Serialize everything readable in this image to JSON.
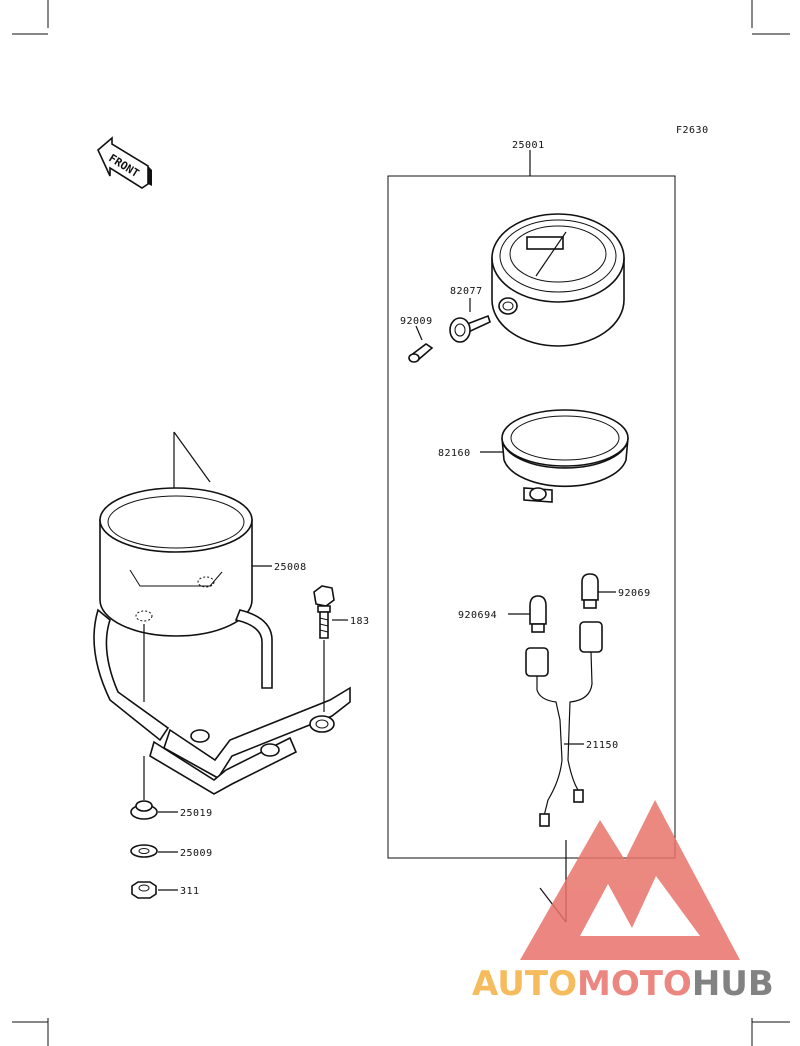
{
  "figure_code": "F2630",
  "front_label": "FRONT",
  "watermark": {
    "part1": "AUTO",
    "part2": "MOTO",
    "part3": "HUB",
    "color_orange": "#f5b041",
    "color_red": "#e8736a",
    "color_grey": "#6d6d6d"
  },
  "parts": {
    "assembly": "25001",
    "screw": "92009",
    "gear": "82077",
    "ring": "82160",
    "bulb_a": "920694",
    "bulb_b": "92069",
    "harness": "21150",
    "bracket": "25008",
    "bolt": "183",
    "damper": "25019",
    "washer": "25009",
    "nut": "311"
  }
}
